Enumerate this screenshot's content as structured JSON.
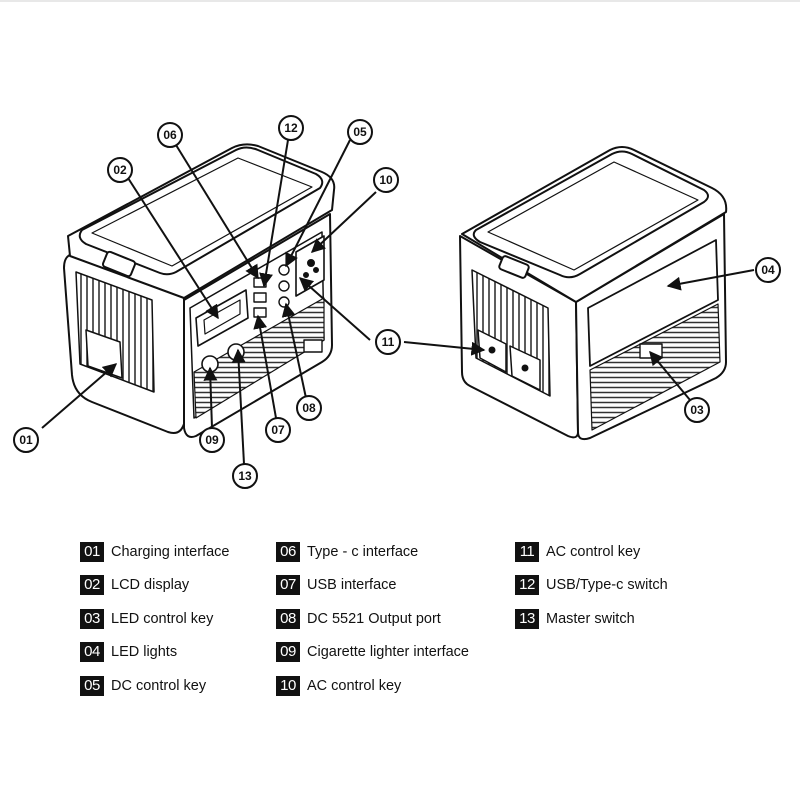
{
  "callouts": {
    "c01": "01",
    "c02": "02",
    "c03": "03",
    "c04": "04",
    "c05": "05",
    "c06": "06",
    "c07": "07",
    "c08": "08",
    "c09": "09",
    "c10": "10",
    "c11": "11",
    "c12": "12",
    "c13": "13"
  },
  "legend": [
    {
      "num": "01",
      "label": "Charging interface"
    },
    {
      "num": "02",
      "label": "LCD display"
    },
    {
      "num": "03",
      "label": "LED control key"
    },
    {
      "num": "04",
      "label": "LED lights"
    },
    {
      "num": "05",
      "label": "DC control key"
    },
    {
      "num": "06",
      "label": "Type - c interface"
    },
    {
      "num": "07",
      "label": "USB interface"
    },
    {
      "num": "08",
      "label": "DC 5521 Output port"
    },
    {
      "num": "09",
      "label": "Cigarette lighter interface"
    },
    {
      "num": "10",
      "label": "AC control key"
    },
    {
      "num": "11",
      "label": "AC control key"
    },
    {
      "num": "12",
      "label": "USB/Type-c switch"
    },
    {
      "num": "13",
      "label": "Master switch"
    }
  ]
}
